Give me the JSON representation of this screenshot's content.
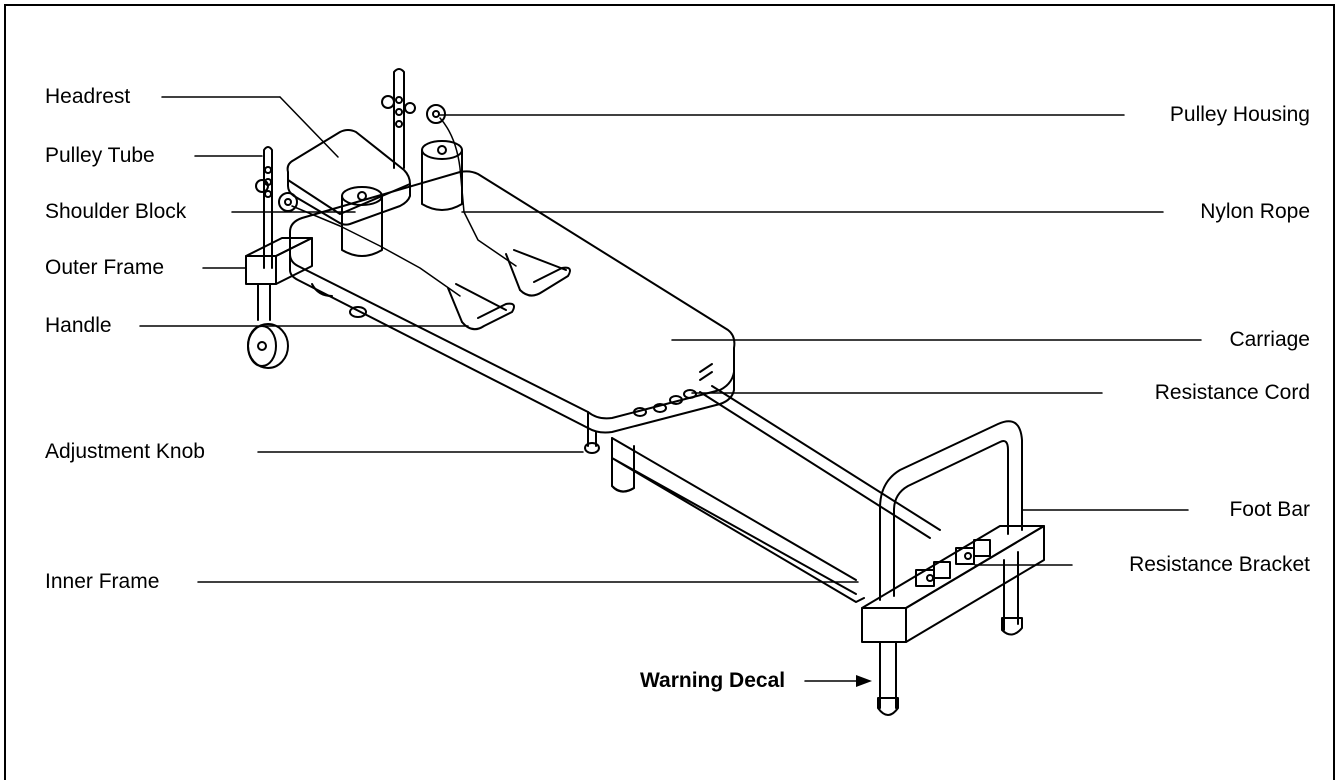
{
  "labels": {
    "headrest": "Headrest",
    "pulley_tube": "Pulley Tube",
    "shoulder_block": "Shoulder Block",
    "outer_frame": "Outer Frame",
    "handle": "Handle",
    "adjustment_knob": "Adjustment Knob",
    "inner_frame": "Inner Frame",
    "pulley_housing": "Pulley Housing",
    "nylon_rope": "Nylon Rope",
    "carriage": "Carriage",
    "resistance_cord": "Resistance Cord",
    "foot_bar": "Foot Bar",
    "resistance_bracket": "Resistance Bracket",
    "warning_decal": "Warning Decal"
  },
  "colors": {
    "line": "#000000",
    "background": "#ffffff"
  }
}
